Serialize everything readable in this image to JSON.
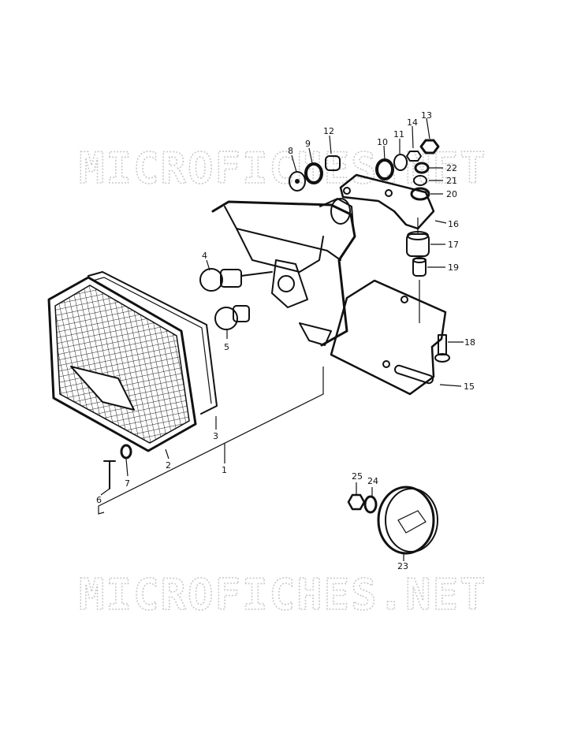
{
  "watermark": {
    "top": "MICROFICHES.NET",
    "bottom": "MICROFICHES.NET"
  },
  "callouts": {
    "c1": "1",
    "c2": "2",
    "c3": "3",
    "c4": "4",
    "c5": "5",
    "c6": "6",
    "c7": "7",
    "c8": "8",
    "c9": "9",
    "c10": "10",
    "c11": "11",
    "c12": "12",
    "c13": "13",
    "c14": "14",
    "c15": "15",
    "c16": "16",
    "c17": "17",
    "c18": "18",
    "c19": "19",
    "c20": "20",
    "c21": "21",
    "c22": "22",
    "c23": "23",
    "c24": "24",
    "c25": "25"
  }
}
